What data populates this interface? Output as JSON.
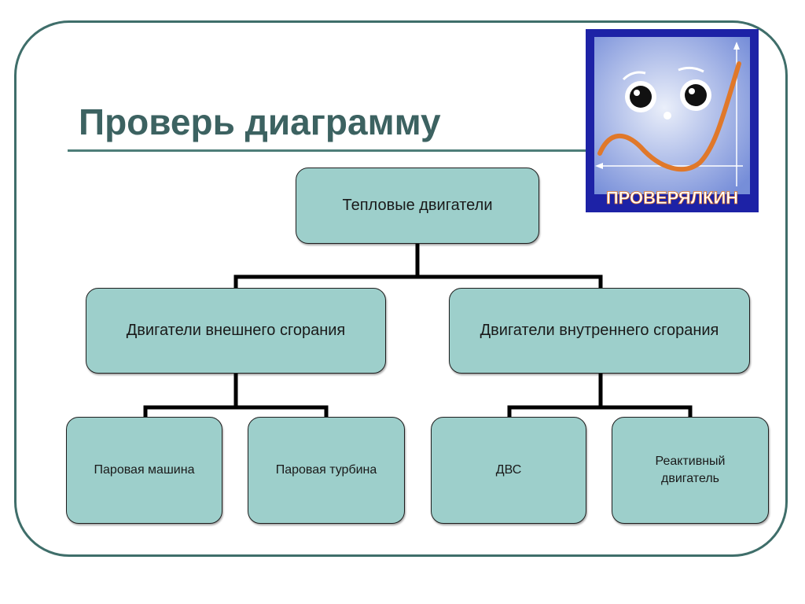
{
  "slide": {
    "title": "Проверь диаграмму"
  },
  "logo": {
    "icon": "smiley-graph-logo",
    "text": "ПРОВЕРЯЛКИН",
    "colors": {
      "background": "#1d22a6",
      "panel": "#c9d4f0",
      "curve": "#e0782a"
    }
  },
  "diagram": {
    "root": "Тепловые двигатели",
    "branches": [
      {
        "label": "Двигатели внешнего сгорания",
        "children": [
          "Паровая машина",
          "Паровая турбина"
        ]
      },
      {
        "label": "Двигатели внутреннего сгорания",
        "children": [
          "ДВС",
          "Реактивный двигатель"
        ]
      }
    ]
  },
  "colors": {
    "node_fill": "#9dcfcb",
    "title": "#3c6261",
    "frame": "#3f6e6a"
  }
}
